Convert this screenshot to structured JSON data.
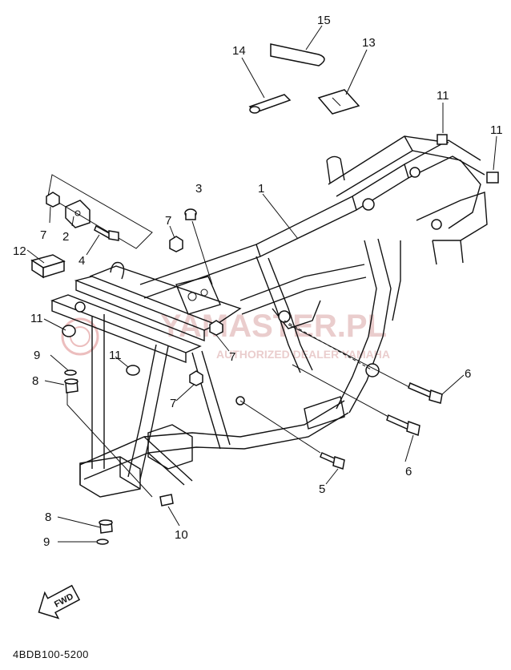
{
  "diagram": {
    "callouts": [
      {
        "id": "c15",
        "label": "15"
      },
      {
        "id": "c14",
        "label": "14"
      },
      {
        "id": "c13",
        "label": "13"
      },
      {
        "id": "c11a",
        "label": "11"
      },
      {
        "id": "c11b",
        "label": "11"
      },
      {
        "id": "c3",
        "label": "3"
      },
      {
        "id": "c1",
        "label": "1"
      },
      {
        "id": "c7a",
        "label": "7"
      },
      {
        "id": "c2",
        "label": "2"
      },
      {
        "id": "c7b",
        "label": "7"
      },
      {
        "id": "c4",
        "label": "4"
      },
      {
        "id": "c12",
        "label": "12"
      },
      {
        "id": "c11c",
        "label": "11"
      },
      {
        "id": "c11d",
        "label": "11"
      },
      {
        "id": "c7c",
        "label": "7"
      },
      {
        "id": "c9a",
        "label": "9"
      },
      {
        "id": "c8a",
        "label": "8"
      },
      {
        "id": "c7d",
        "label": "7"
      },
      {
        "id": "c6a",
        "label": "6"
      },
      {
        "id": "c6b",
        "label": "6"
      },
      {
        "id": "c5",
        "label": "5"
      },
      {
        "id": "c8b",
        "label": "8"
      },
      {
        "id": "c10",
        "label": "10"
      },
      {
        "id": "c9b",
        "label": "9"
      }
    ],
    "fwd_badge": "FWD",
    "diagram_code": "4BDB100-5200",
    "watermark": {
      "main": "YAMASTER.PL",
      "sub": "AUTHORIZED DEALER YAMAHA"
    }
  }
}
